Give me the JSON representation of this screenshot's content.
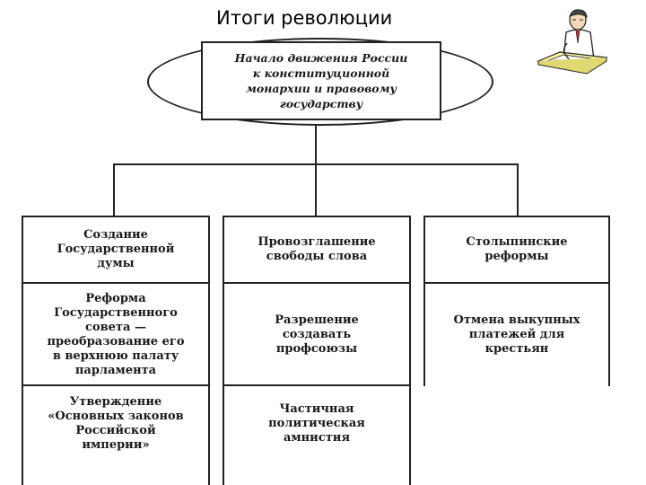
{
  "title": "Итоги революции",
  "center": {
    "text": "Начало движения России\nк конституционной\nмонархии и правовому\nгосударству"
  },
  "columns": [
    {
      "cells": [
        "Создание\nГосударственной\nдумы",
        "Реформа\nГосударственного\nсовета —\nпреобразование его\nв верхнюю палату\nпарламента",
        "Утверждение\n«Основных законов\nРоссийской\nимперии»"
      ]
    },
    {
      "cells": [
        "Провозглашение\nсвободы слова",
        "Разрешение\nсоздавать\nпрофсоюзы",
        "Частичная\nполитическая\nамнистия"
      ]
    },
    {
      "cells": [
        "Столыпинские\nреформы",
        "Отмена выкупных\nплатежей для\nкрестьян"
      ]
    }
  ],
  "illustration": {
    "icon": "man-writing-at-desk-icon"
  }
}
